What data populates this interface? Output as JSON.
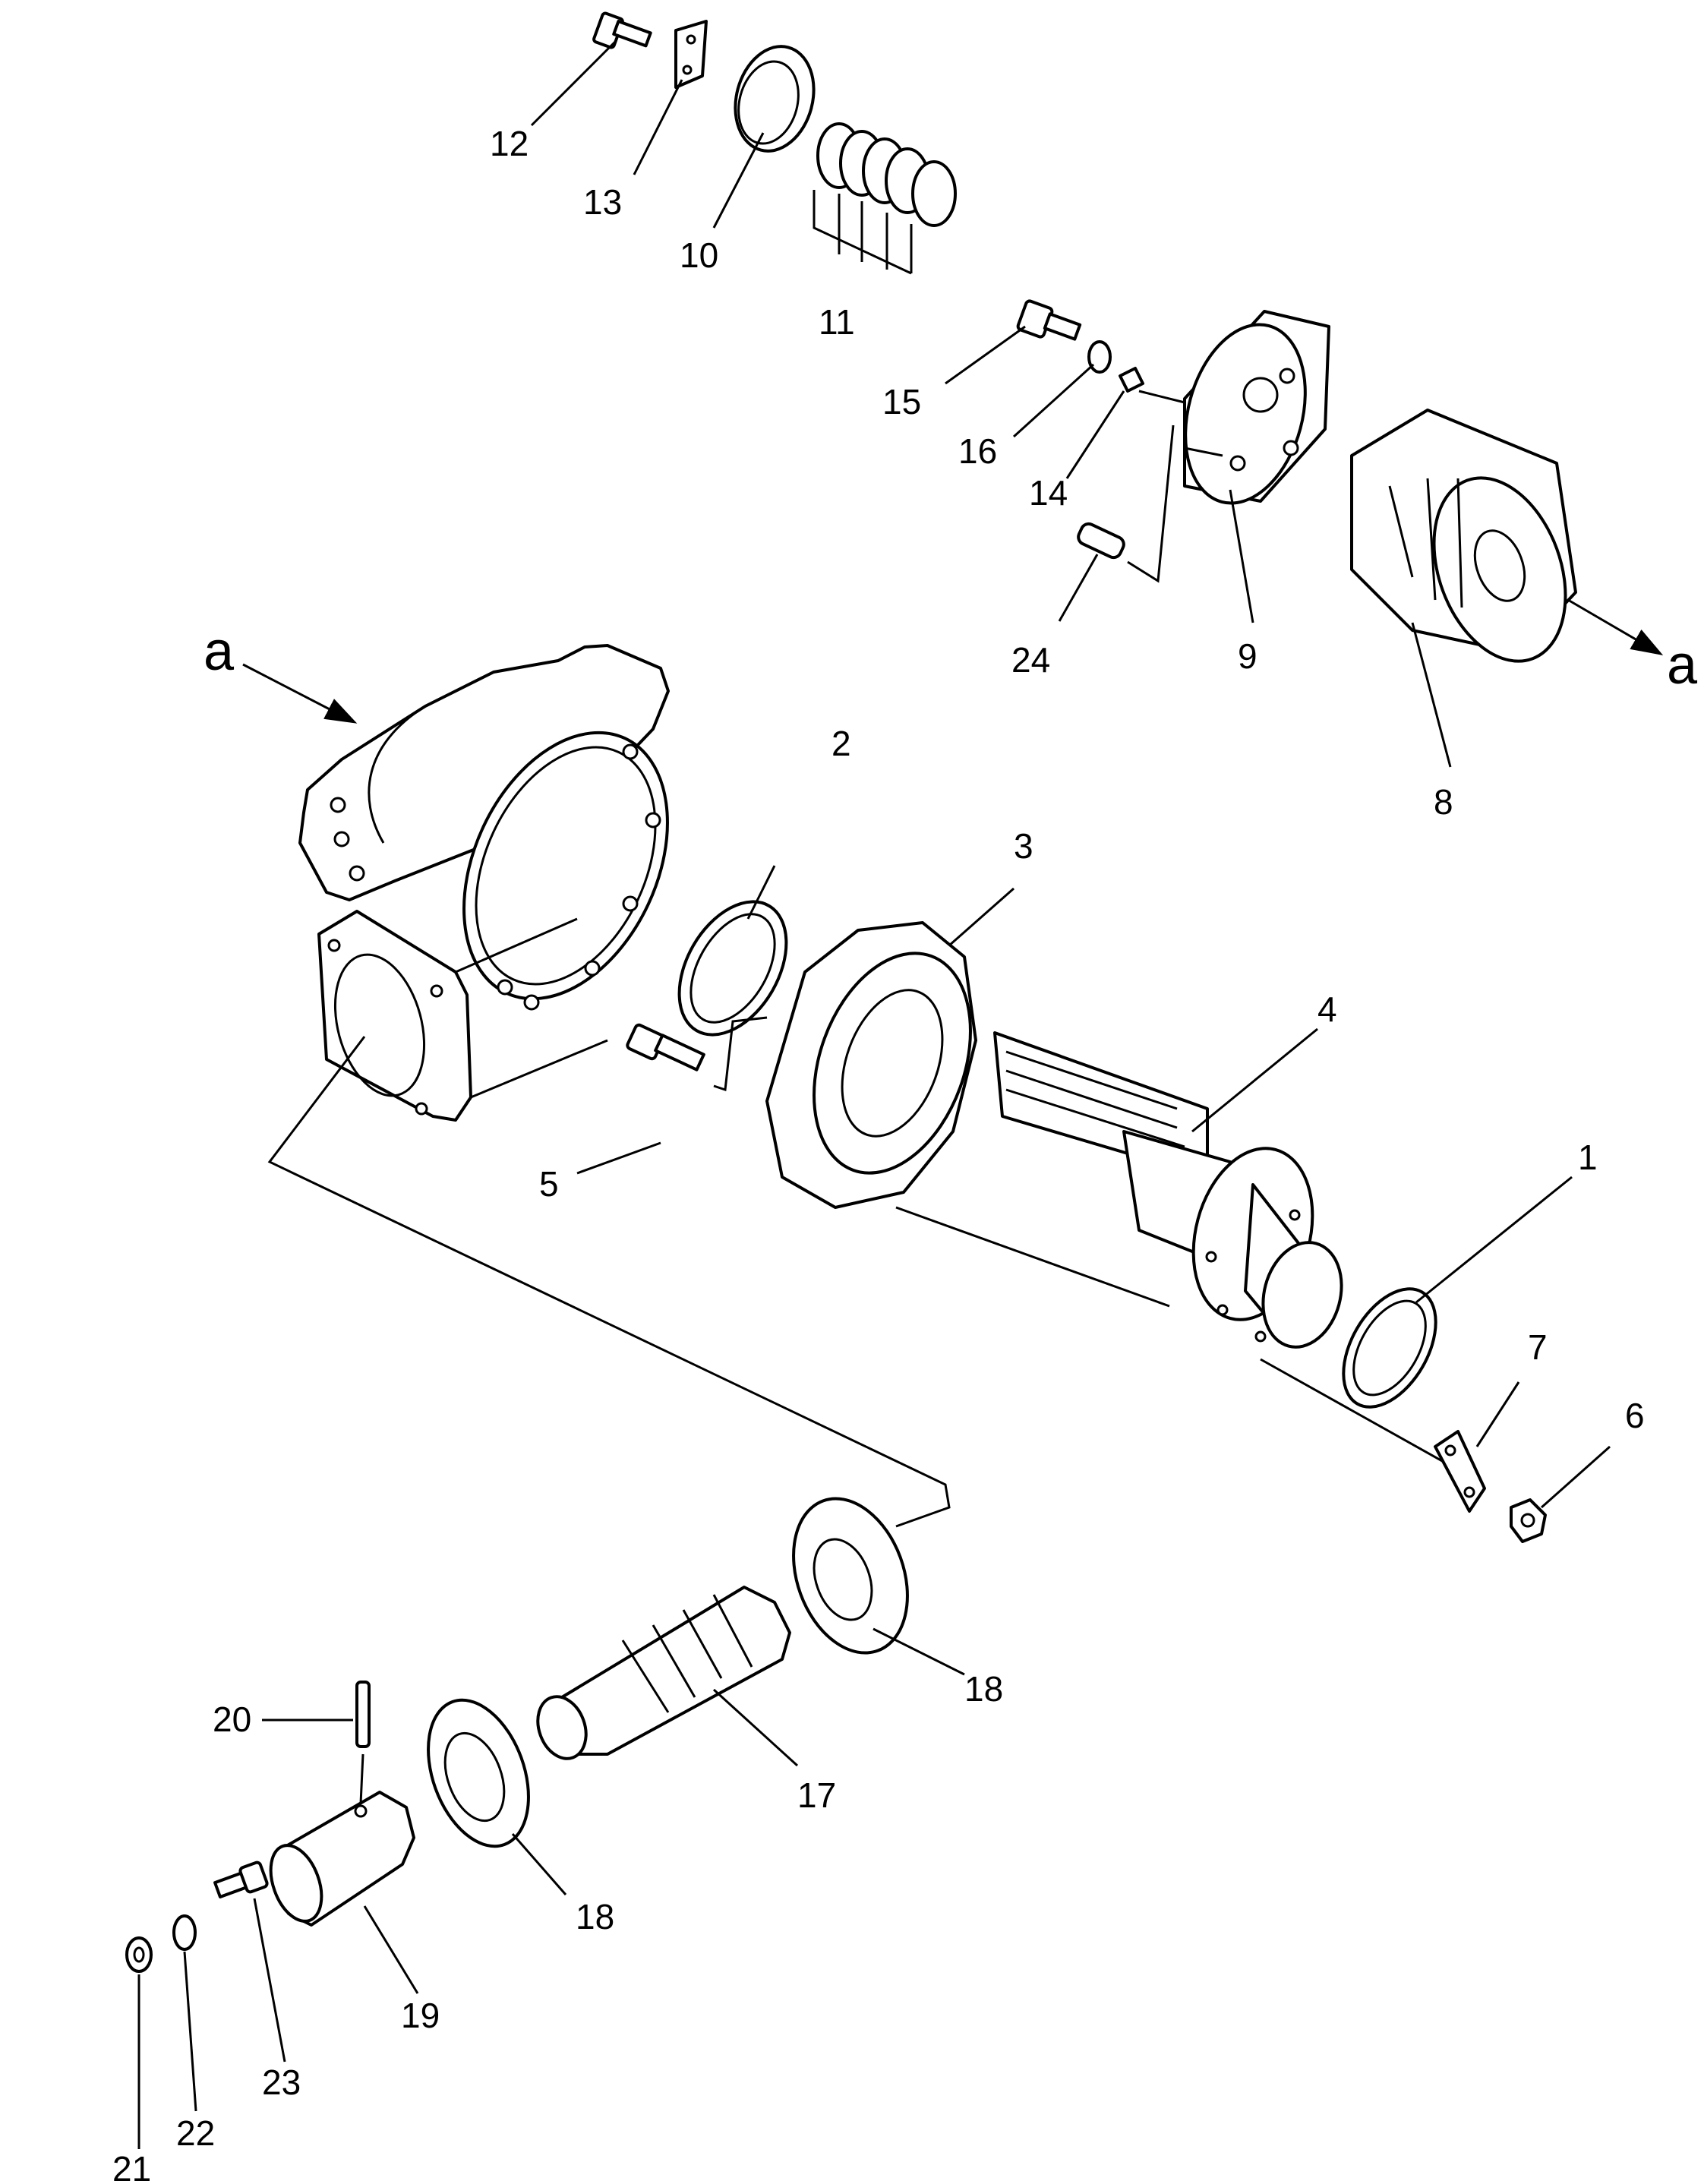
{
  "diagram": {
    "view_markers": [
      "a",
      "a"
    ],
    "parts": [
      {
        "id": "p1",
        "label": "1"
      },
      {
        "id": "p2",
        "label": "2"
      },
      {
        "id": "p3",
        "label": "3"
      },
      {
        "id": "p4",
        "label": "4"
      },
      {
        "id": "p5",
        "label": "5"
      },
      {
        "id": "p6",
        "label": "6"
      },
      {
        "id": "p7",
        "label": "7"
      },
      {
        "id": "p8",
        "label": "8"
      },
      {
        "id": "p9",
        "label": "9"
      },
      {
        "id": "p10",
        "label": "10"
      },
      {
        "id": "p11",
        "label": "11"
      },
      {
        "id": "p12",
        "label": "12"
      },
      {
        "id": "p13",
        "label": "13"
      },
      {
        "id": "p14",
        "label": "14"
      },
      {
        "id": "p15",
        "label": "15"
      },
      {
        "id": "p16",
        "label": "16"
      },
      {
        "id": "p17",
        "label": "17"
      },
      {
        "id": "p18a",
        "label": "18"
      },
      {
        "id": "p18b",
        "label": "18"
      },
      {
        "id": "p19",
        "label": "19"
      },
      {
        "id": "p20",
        "label": "20"
      },
      {
        "id": "p21",
        "label": "21"
      },
      {
        "id": "p22",
        "label": "22"
      },
      {
        "id": "p23",
        "label": "23"
      },
      {
        "id": "p24",
        "label": "24"
      }
    ]
  }
}
